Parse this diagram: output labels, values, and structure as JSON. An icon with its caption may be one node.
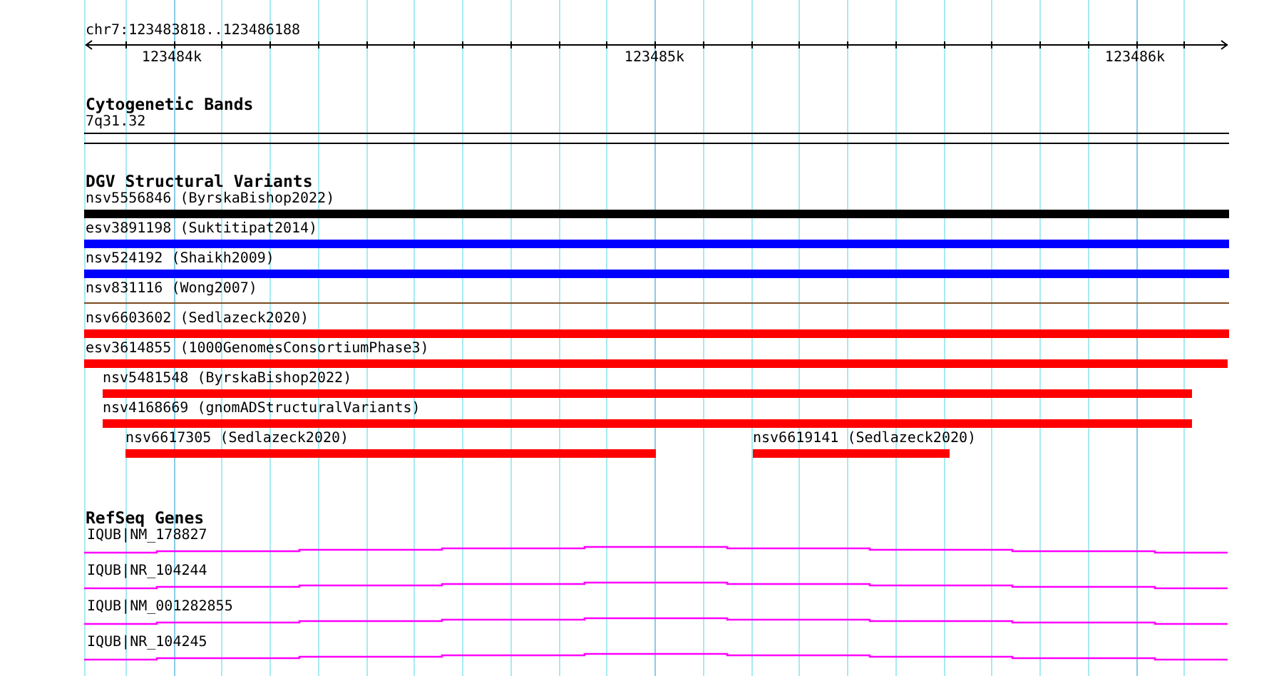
{
  "diagram": {
    "nodes": [
      {
        "text": [
          "7q31.32"
        ]
      },
      {
        "text": [
          "nsv5556846 (ByrskaBishop2022)"
        ]
      },
      {
        "text": [
          "esv3891198 (Suktitipat2014)"
        ]
      },
      {
        "text": [
          "nsv524192 (Shaikh2009)"
        ]
      },
      {
        "text": [
          "nsv831116 (Wong2007)"
        ]
      },
      {
        "text": [
          "nsv6603602 (Sedlazeck2020)"
        ]
      },
      {
        "text": [
          "esv3614855 (1000GenomesConsortiumPhase3)"
        ]
      },
      {
        "text": [
          "nsv5481548 (ByrskaBishop2022)"
        ]
      },
      {
        "text": [
          "nsv4168669 (gnomADStructuralVariants)"
        ]
      },
      {
        "text": [
          "nsv6617305 (Sedlazeck2020)"
        ]
      },
      {
        "text": [
          "nsv6619141 (Sedlazeck2020)"
        ]
      },
      {
        "text": [
          "IQUB|NM_178827"
        ]
      },
      {
        "text": [
          "IQUB|NR_104244"
        ]
      },
      {
        "text": [
          "IQUB|NM_001282855"
        ]
      },
      {
        "text": [
          "IQUB|NR_104245"
        ]
      }
    ],
    "labels": [
      "chr7:123483818..123486188",
      "123484k",
      "123485k",
      "123486k",
      "Cytogenetic Bands",
      "DGV Structural Variants",
      "RefSeq Genes"
    ]
  }
}
